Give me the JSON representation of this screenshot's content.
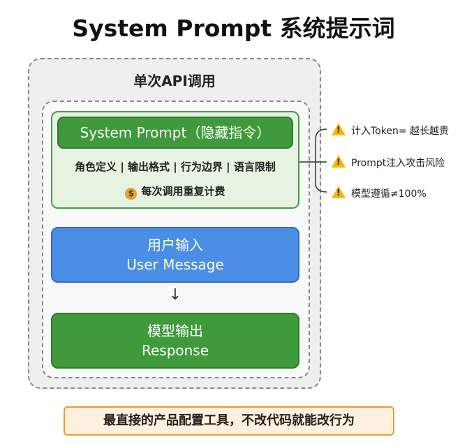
{
  "title": "System Prompt 系统提示词",
  "api_call": {
    "label": "单次API调用",
    "system_prompt": {
      "header": "System Prompt（隐藏指令）",
      "items": "角色定义 | 输出格式 | 行为边界 | 语言限制",
      "cost_icon": "money-bag-icon",
      "cost_text": "每次调用重复计费"
    },
    "user_input": {
      "line1": "用户输入",
      "line2": "User Message"
    },
    "arrow": "↓",
    "response": {
      "line1": "模型输出",
      "line2": "Response"
    }
  },
  "warnings": [
    {
      "icon": "warning-icon",
      "text": "计入Token= 越长越贵"
    },
    {
      "icon": "warning-icon",
      "text": "Prompt注入攻击风险"
    },
    {
      "icon": "warning-icon",
      "text": "模型遵循≠100%"
    }
  ],
  "footer": "最直接的产品配置工具，不改代码就能改行为",
  "colors": {
    "green": "#3f9a3c",
    "light_green": "#e6f3e3",
    "blue": "#4a8ee6",
    "orange_border": "#ef9b2f",
    "warning": "#f5b800"
  }
}
